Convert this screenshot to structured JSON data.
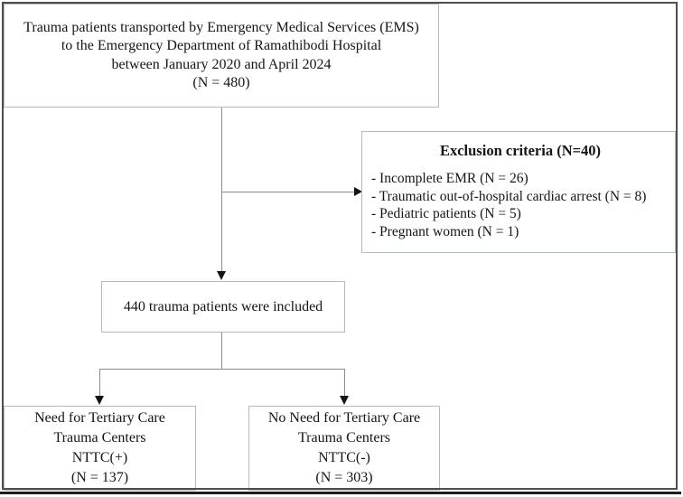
{
  "flowchart": {
    "top_box": {
      "lines": [
        "Trauma patients transported by Emergency Medical Services (EMS)",
        "to the Emergency Department of Ramathibodi Hospital",
        "between January 2020 and April 2024",
        "(N = 480)"
      ]
    },
    "exclusion_box": {
      "title": "Exclusion criteria (N=40)",
      "items": [
        "- Incomplete EMR (N = 26)",
        "- Traumatic out-of-hospital cardiac arrest (N = 8)",
        "- Pediatric patients (N = 5)",
        "- Pregnant women (N = 1)"
      ]
    },
    "included_box": {
      "text": "440 trauma patients were included"
    },
    "nttc_positive_box": {
      "lines": [
        "Need for Tertiary Care",
        "Trauma Centers",
        "NTTC(+)",
        "(N = 137)"
      ]
    },
    "nttc_negative_box": {
      "lines": [
        "No Need for Tertiary Care",
        "Trauma Centers",
        "NTTC(-)",
        "(N = 303)"
      ]
    }
  },
  "colors": {
    "bg": "#ffffff",
    "text": "#151515",
    "box-border": "#b4bbc1",
    "outer-border": "#4e4e4e",
    "line": "#8b8b8b",
    "arrow": "#141414",
    "bottom-rule": "#1c1c1c"
  }
}
